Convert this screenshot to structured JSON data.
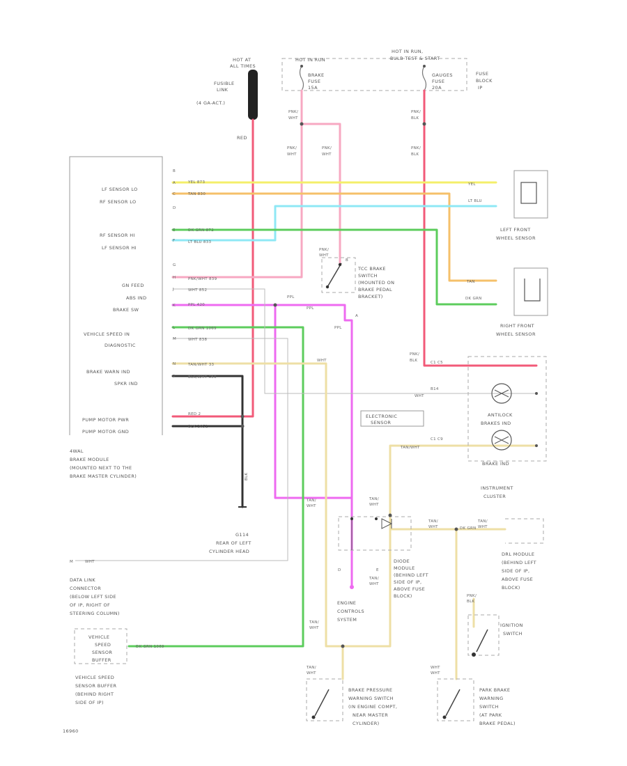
{
  "diagram": {
    "colors": {
      "red": "#f25a78",
      "pink": "#f7a8c2",
      "yellow": "#f4ef6a",
      "tan": "#f5c06a",
      "light_blue": "#8fe8f5",
      "green": "#5ccc5c",
      "magenta": "#ee6af0",
      "grey": "#aaaaaa",
      "black": "#333333",
      "pale_yellow": "#eedfa5"
    },
    "top_left": {
      "hot_label_1": "HOT AT",
      "hot_label_2": "ALL TIMES",
      "fusible_1": "FUSIBLE",
      "fusible_2": "LINK",
      "fusible_3": "(4 GA-ACT.)",
      "red_label": "RED"
    },
    "fuse_block": {
      "hot_run_1": "HOT IN RUN,",
      "hot_run_2": "BULB TEST & START",
      "hot_run_top": "HOT IN RUN",
      "brake_fuse_1": "BRAKE",
      "brake_fuse_2": "FUSE",
      "brake_fuse_3": "15A",
      "gauges_fuse_1": "GAUGES",
      "gauges_fuse_2": "FUSE",
      "gauges_fuse_3": "20A",
      "block_1": "FUSE",
      "block_2": "BLOCK",
      "block_3": "IP"
    },
    "wire_tags": {
      "pnk_wht_a": "PNK/",
      "pnk_wht_b": "WHT",
      "pnk_wht_c": "PNK/",
      "pnk_wht_d": "WHT",
      "pnk_blk_a": "PNK/",
      "pnk_blk_b": "BLK",
      "pnk_blk_c": "PNK/",
      "pnk_blk_d": "BLK",
      "pnk_wht_e": "PNK/",
      "pnk_wht_f": "WHT",
      "pnk_blk_e": "PNK/",
      "pnk_blk_f": "BLK"
    },
    "ebcm": {
      "lf_lo": "LF SENSOR LO",
      "rf_lo": "RF SENSOR LO",
      "rf_hi": "RF SENSOR HI",
      "lf_hi": "LF SENSOR HI",
      "gnd_feed": "GN FEED",
      "abs_ind": "ABS IND",
      "brake_sw": "BRAKE SW",
      "vss_1": "VEHICLE SPEED IN",
      "vss_2": "DIAGNOSTIC",
      "brake_warn": "BRAKE WARN IND",
      "spkr": "SPKR IND",
      "pump_pwr": "PUMP MOTOR PWR",
      "pump_gnd": "PUMP MOTOR GND",
      "desc_1": "4WAL",
      "desc_2": "BRAKE MODULE",
      "desc_3": "(MOUNTED NEXT TO THE",
      "desc_4": "BRAKE MASTER CYLINDER)",
      "pins": [
        "B",
        "A",
        "C",
        "D",
        "E",
        "F",
        "G",
        "H",
        "J",
        "K",
        "L",
        "M",
        "N",
        "P"
      ]
    },
    "wires": {
      "yel": "YEL  873",
      "tan": "TAN  830",
      "dkgrn": "DK GRN  872",
      "ltblu": "LT BLU  833",
      "pnkwht": "PNK/WHT  839",
      "wht": "WHT  852",
      "ppl": "PPL  420",
      "dkgrn2": "DK GRN  1069",
      "wht2": "WHT  838",
      "tanwht": "TAN/WHT  33",
      "blkwht": "BLK/WHT  450",
      "red": "RED  2",
      "blk": "BLK  1051",
      "blk_g": "BLK",
      "dkgrn3": "DK GRN  1069",
      "wht_800": "WHT",
      "wht_ipc": "WHT",
      "lb_yel": "YEL",
      "lt_blu": "LT BLU",
      "lb_tan": "TAN",
      "lb_dkgrn": "DK GRN",
      "ppl_a": "PPL",
      "ppl_b": "PPL",
      "wht_a": "WHT",
      "ppl_c": "PPL",
      "tan_wht_a": "TAN/WHT",
      "tan_wht_b": "TAN/",
      "tan_wht_c": "WHT",
      "tan_wht_d": "TAN/",
      "tan_wht_e": "WHT",
      "tan_wht_f": "TAN/",
      "tan_wht_g": "WHT",
      "tan_wht_h": "TAN/",
      "tan_wht_i": "WHT",
      "tan_wht_j": "TAN/",
      "tan_wht_k": "WHT",
      "tan_wht_l": "TAN/",
      "tan_wht_m": "WHT",
      "tan_wht_n": "TAN/",
      "tan_wht_o": "WHT",
      "wht_b": "WHT",
      "wht_c": "WHT",
      "pnk_blk_g": "PNK/",
      "pnk_blk_h": "BLK"
    },
    "tcc": {
      "l1": "TCC BRAKE",
      "l2": "SWITCH",
      "l3": "(MOUNTED ON",
      "l4": "BRAKE PEDAL",
      "l5": "BRACKET)",
      "tag_a": "PNK/",
      "tag_b": "WHT",
      "pin_b": "B",
      "pin_a": "A"
    },
    "sensors": {
      "lf_1": "LEFT FRONT",
      "lf_2": "WHEEL SENSOR",
      "rf_1": "RIGHT FRONT",
      "rf_2": "WHEEL SENSOR"
    },
    "cluster": {
      "electronic_1": "ELECTRONIC",
      "electronic_2": "SENSOR",
      "c1": "C1 C5",
      "c2": "B14",
      "c3": "C1 C9",
      "antilock_1": "ANTILOCK",
      "antilock_2": "BRAKES IND",
      "brake_ind": "BRAKE IND",
      "ic_1": "INSTRUMENT",
      "ic_2": "CLUSTER"
    },
    "ground": {
      "g1": "G114",
      "g2": "REAR OF LEFT",
      "g3": "CYLINDER HEAD"
    },
    "dlc": {
      "pin": "M",
      "wire": "WHT",
      "l1": "DATA LINK",
      "l2": "CONNECTOR",
      "l3": "(BELOW LEFT SIDE",
      "l4": "OF IP, RIGHT OF",
      "l5": "STEERING COLUMN)"
    },
    "diode": {
      "l1": "DIODE",
      "l2": "MODULE",
      "l3": "(BEHIND LEFT",
      "l4": "SIDE OF IP,",
      "l5": "ABOVE FUSE",
      "l6": "BLOCK)",
      "d": "D",
      "e": "E"
    },
    "ecs": {
      "l1": "ENGINE",
      "l2": "CONTROLS",
      "l3": "SYSTEM"
    },
    "ddm": {
      "l1": "DRL MODULE",
      "l2": "(BEHIND LEFT",
      "l3": "SIDE OF IP,",
      "l4": "ABOVE FUSE",
      "l5": "BLOCK)",
      "wire": "DK GRN"
    },
    "ign": {
      "l1": "IGNITION",
      "l2": "SWITCH"
    },
    "vss_buffer": {
      "l1": "VEHICLE",
      "l2": "SPEED",
      "l3": "SENSOR",
      "l4": "BUFFER",
      "d1": "VEHICLE SPEED",
      "d2": "SENSOR BUFFER",
      "d3": "(BEHIND RIGHT",
      "d4": "SIDE OF IP)"
    },
    "bpws": {
      "l1": "BRAKE PRESSURE",
      "l2": "WARNING SWITCH",
      "l3": "(IN ENGINE COMPT,",
      "l4": "NEAR MASTER",
      "l5": "CYLINDER)"
    },
    "pbws": {
      "l1": "PARK BRAKE",
      "l2": "WARNING",
      "l3": "SWITCH",
      "l4": "(AT PARK",
      "l5": "BRAKE PEDAL)"
    },
    "footer": "16960"
  }
}
